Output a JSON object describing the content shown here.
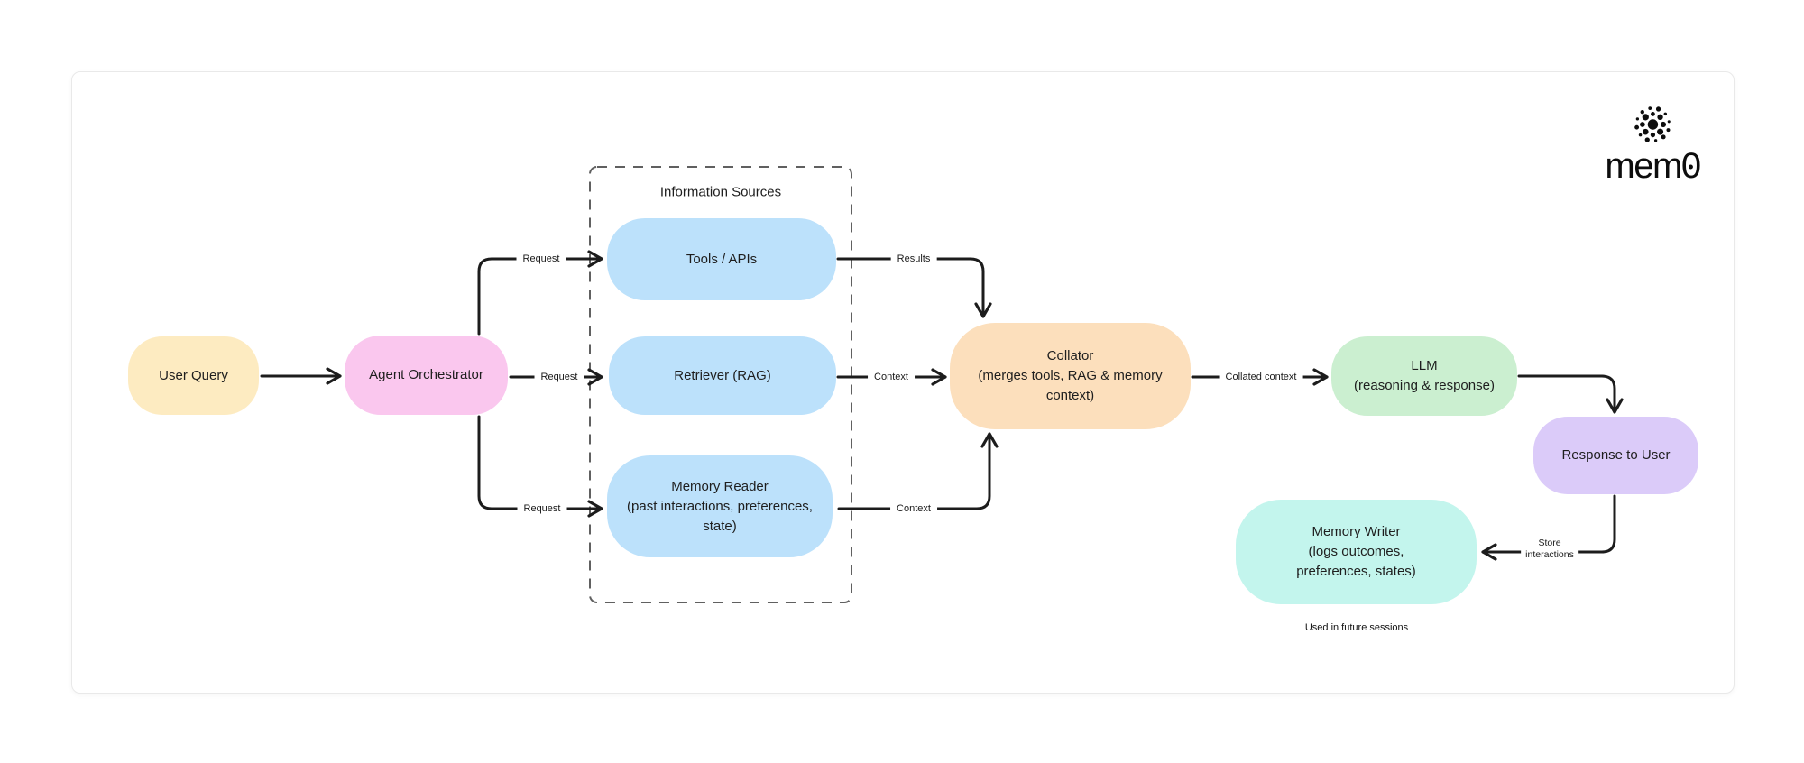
{
  "logo": {
    "brand": "mem0",
    "brand_prefix": "mem",
    "brand_zero": "0",
    "mark": "dot-cluster-icon"
  },
  "container": {
    "label": "Information Sources"
  },
  "nodes": {
    "user_query": {
      "label": "User Query",
      "color": "#FDEBC1"
    },
    "agent_orchestrator": {
      "label": "Agent Orchestrator",
      "color": "#FAC7EE"
    },
    "tools_apis": {
      "label": "Tools / APIs",
      "color": "#BCE1FB"
    },
    "retriever": {
      "label": "Retriever (RAG)",
      "color": "#BCE1FB"
    },
    "memory_reader": {
      "label": "Memory Reader\n(past interactions, preferences,\nstate)",
      "color": "#BCE1FB"
    },
    "collator": {
      "label": "Collator\n(merges tools, RAG & memory\ncontext)",
      "color": "#FCDFBC"
    },
    "llm": {
      "label": "LLM\n(reasoning & response)",
      "color": "#CBEFD0"
    },
    "response_to_user": {
      "label": "Response to User",
      "color": "#DBCBF9"
    },
    "memory_writer": {
      "label": "Memory Writer\n(logs outcomes,\npreferences, states)",
      "color": "#C3F5ED"
    }
  },
  "edge_labels": {
    "request_tools": "Request",
    "request_retriever": "Request",
    "request_memory": "Request",
    "results": "Results",
    "context_retriever": "Context",
    "context_memory": "Context",
    "collated_context": "Collated context",
    "store_interactions": "Store\ninteractions"
  },
  "footnote": "Used in future sessions",
  "colors": {
    "arrow": "#1c1c1c",
    "dashed_border": "#606060",
    "card_border": "#e9e9e9",
    "text": "#1e1e1e"
  }
}
